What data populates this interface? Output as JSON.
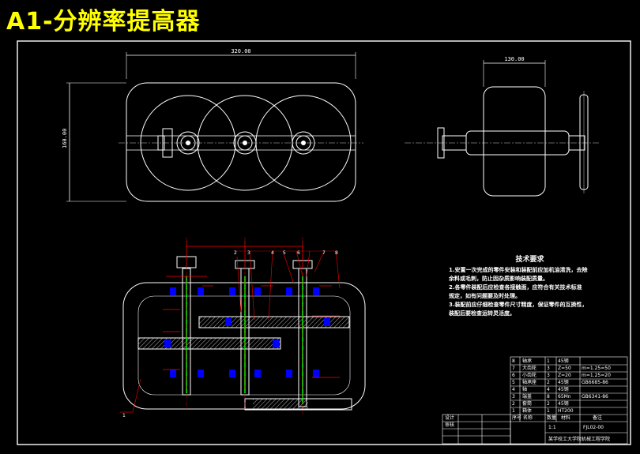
{
  "title": "A1-分辨率提高器",
  "dimensions": {
    "top_width": "320.00",
    "top_height": "160.00",
    "side_width": "130.00"
  },
  "tech_requirements": {
    "heading": "技术要求",
    "items": [
      "1.安置一次完成的零件安装和装配前应加机油清洗，去除",
      "  余料或毛刺，防止因杂质影响装配质量。",
      "2.各零件装配后应检查各接触面，应符合有关技术标准",
      "  规定，如有问题要及时处理。",
      "3.装配前应仔细检查零件尺寸精度，保证零件的互换性，",
      "  装配后要检查运转灵活度。"
    ]
  },
  "parts_list": [
    {
      "no": "8",
      "name": "轴承",
      "qty": "1",
      "material": "45钢",
      "note": ""
    },
    {
      "no": "7",
      "name": "大齿轮",
      "qty": "3",
      "material": "Z=50",
      "note": "m=1.25=50"
    },
    {
      "no": "6",
      "name": "小齿轮",
      "qty": "3",
      "material": "Z=20",
      "note": "m=1.25=20"
    },
    {
      "no": "5",
      "name": "轴承座",
      "qty": "2",
      "material": "45钢",
      "note": "GB6685-86"
    },
    {
      "no": "4",
      "name": "轴",
      "qty": "4",
      "material": "45钢",
      "note": ""
    },
    {
      "no": "3",
      "name": "端盖",
      "qty": "8",
      "material": "65Mn",
      "note": "GB6341-86"
    },
    {
      "no": "2",
      "name": "套筒",
      "qty": "2",
      "material": "45钢",
      "note": ""
    },
    {
      "no": "1",
      "name": "箱体",
      "qty": "1",
      "material": "HT200",
      "note": ""
    }
  ],
  "title_block": {
    "header": [
      "序号",
      "名称",
      "数量",
      "材料",
      "备注"
    ],
    "drawing_no": "FJL02-00",
    "school": "某学校工大学院机械工程学院",
    "design_label": "设计",
    "check_label": "审核",
    "scale": "1:1"
  },
  "leader_numbers": [
    "1",
    "2",
    "3",
    "4",
    "5",
    "6",
    "7",
    "8"
  ],
  "colors": {
    "background": "#000000",
    "line": "#ffffff",
    "title": "#ffff00",
    "dimension": "#ff0000",
    "shaft": "#00ff00",
    "bearing": "#0000ff",
    "border": "#ffffff"
  }
}
